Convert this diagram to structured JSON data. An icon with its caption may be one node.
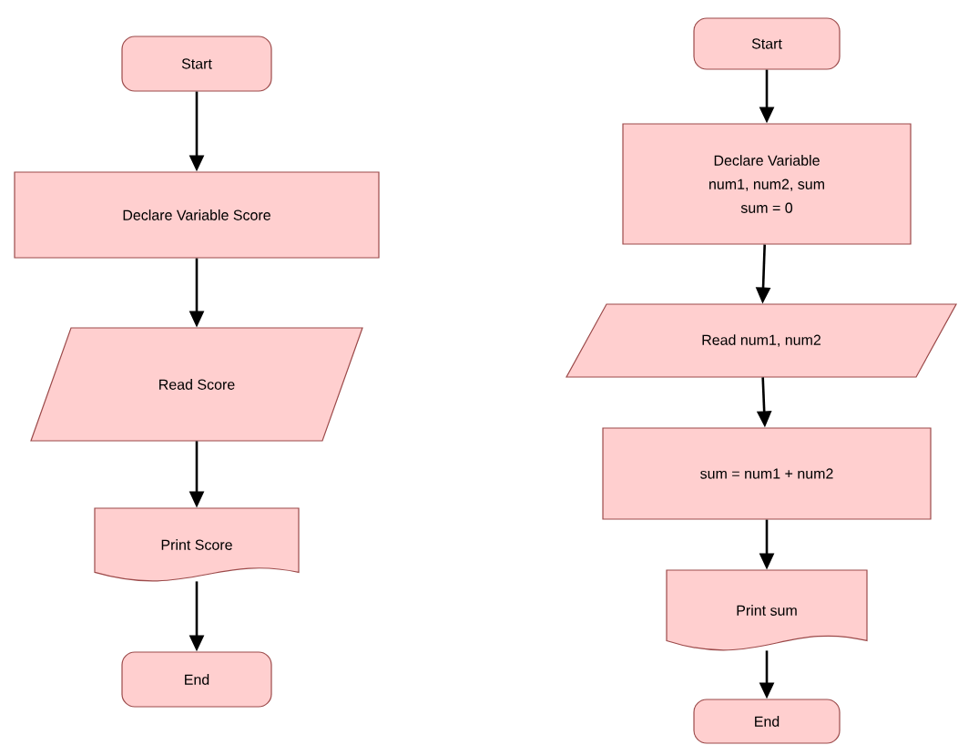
{
  "diagram": {
    "nodes": [
      {
        "text": [
          "Start"
        ]
      },
      {
        "text": [
          "Declare Variable Score"
        ]
      },
      {
        "text": [
          "Read Score"
        ]
      },
      {
        "text": [
          "Print Score"
        ]
      },
      {
        "text": [
          "End"
        ]
      },
      {
        "text": [
          "Start"
        ]
      },
      {
        "text": [
          "Declare Variable",
          "num1, num2, sum",
          "sum = 0"
        ]
      },
      {
        "text": [
          "Read num1, num2"
        ]
      },
      {
        "text": [
          "sum = num1 + num2"
        ]
      },
      {
        "text": [
          "Print sum"
        ]
      },
      {
        "text": [
          "End"
        ]
      }
    ],
    "edges": [
      {
        "from": 0,
        "to": 1,
        "arrow": "to"
      },
      {
        "from": 1,
        "to": 2,
        "arrow": "to"
      },
      {
        "from": 2,
        "to": 3,
        "arrow": "to"
      },
      {
        "from": 3,
        "to": 4,
        "arrow": "to"
      },
      {
        "from": 5,
        "to": 6,
        "arrow": "to"
      },
      {
        "from": 6,
        "to": 7,
        "arrow": "to"
      },
      {
        "from": 7,
        "to": 8,
        "arrow": "to"
      },
      {
        "from": 8,
        "to": 9,
        "arrow": "to"
      },
      {
        "from": 9,
        "to": 10,
        "arrow": "to"
      }
    ]
  }
}
